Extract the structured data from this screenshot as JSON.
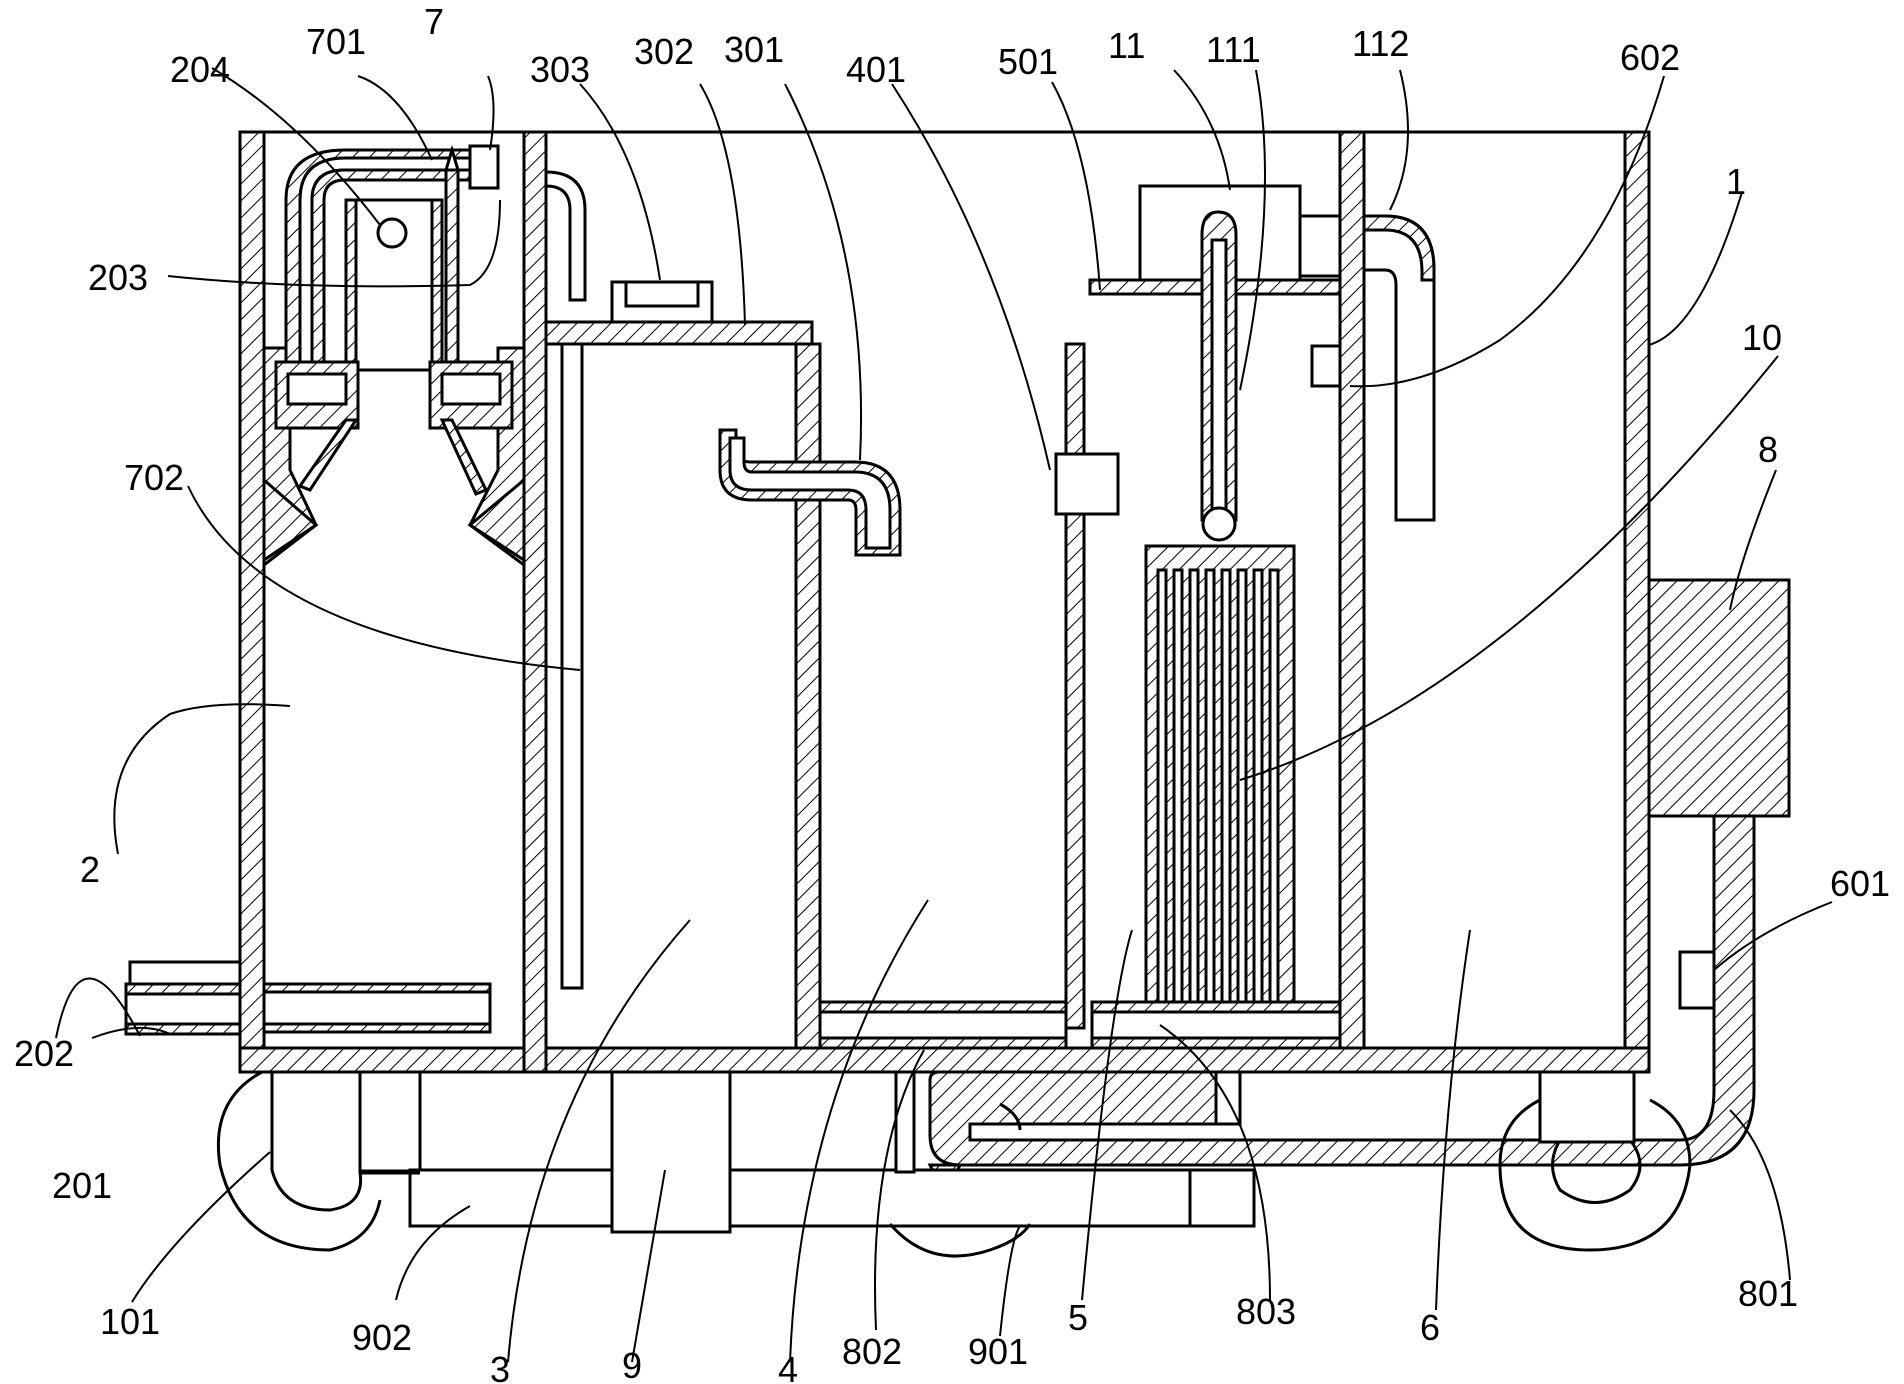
{
  "labels": {
    "l1": "1",
    "l2": "2",
    "l3": "3",
    "l4": "4",
    "l5": "5",
    "l6": "6",
    "l7": "7",
    "l8": "8",
    "l9": "9",
    "l10": "10",
    "l11": "11",
    "l101": "101",
    "l111": "111",
    "l112": "112",
    "l201": "201",
    "l202": "202",
    "l203": "203",
    "l204": "204",
    "l301": "301",
    "l302": "302",
    "l303": "303",
    "l401": "401",
    "l501": "501",
    "l601": "601",
    "l602": "602",
    "l701": "701",
    "l702": "702",
    "l801": "801",
    "l802": "802",
    "l803": "803",
    "l901": "901",
    "l902": "902"
  }
}
